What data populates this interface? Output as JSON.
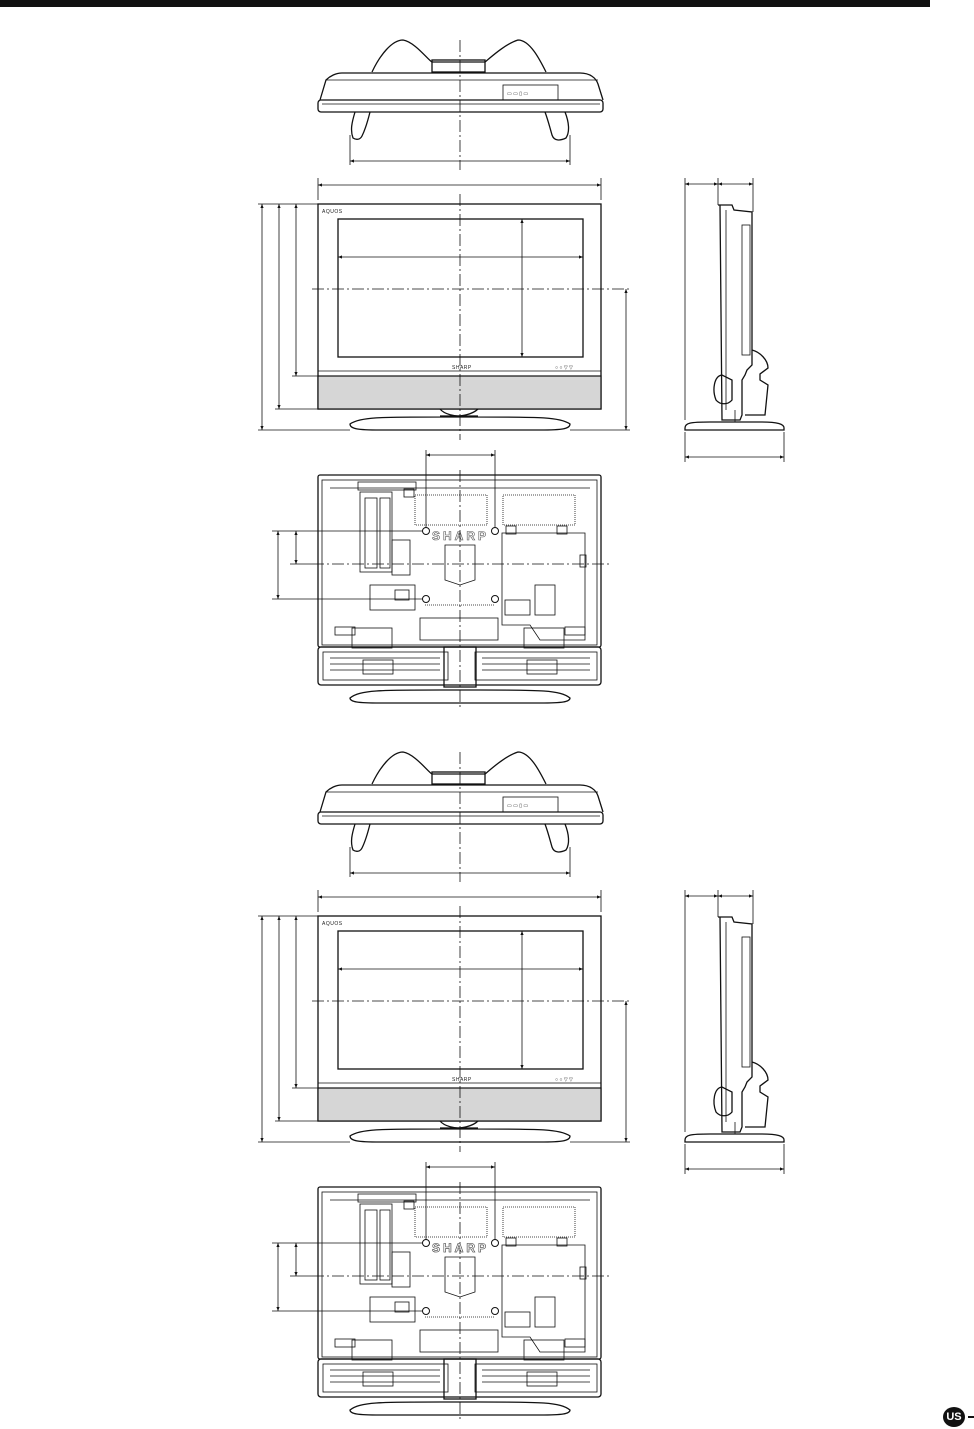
{
  "page": {
    "region_badge": "US"
  },
  "front_view": {
    "series_label": "AQUOS",
    "brand_logo": "SHARP",
    "indicator_marks": "○ ○ ▽ ▽"
  },
  "rear_view": {
    "brand_logo": "SHARP"
  },
  "colors": {
    "line": "#111111",
    "speaker_fill": "#d6d6d6",
    "background": "#ffffff"
  }
}
